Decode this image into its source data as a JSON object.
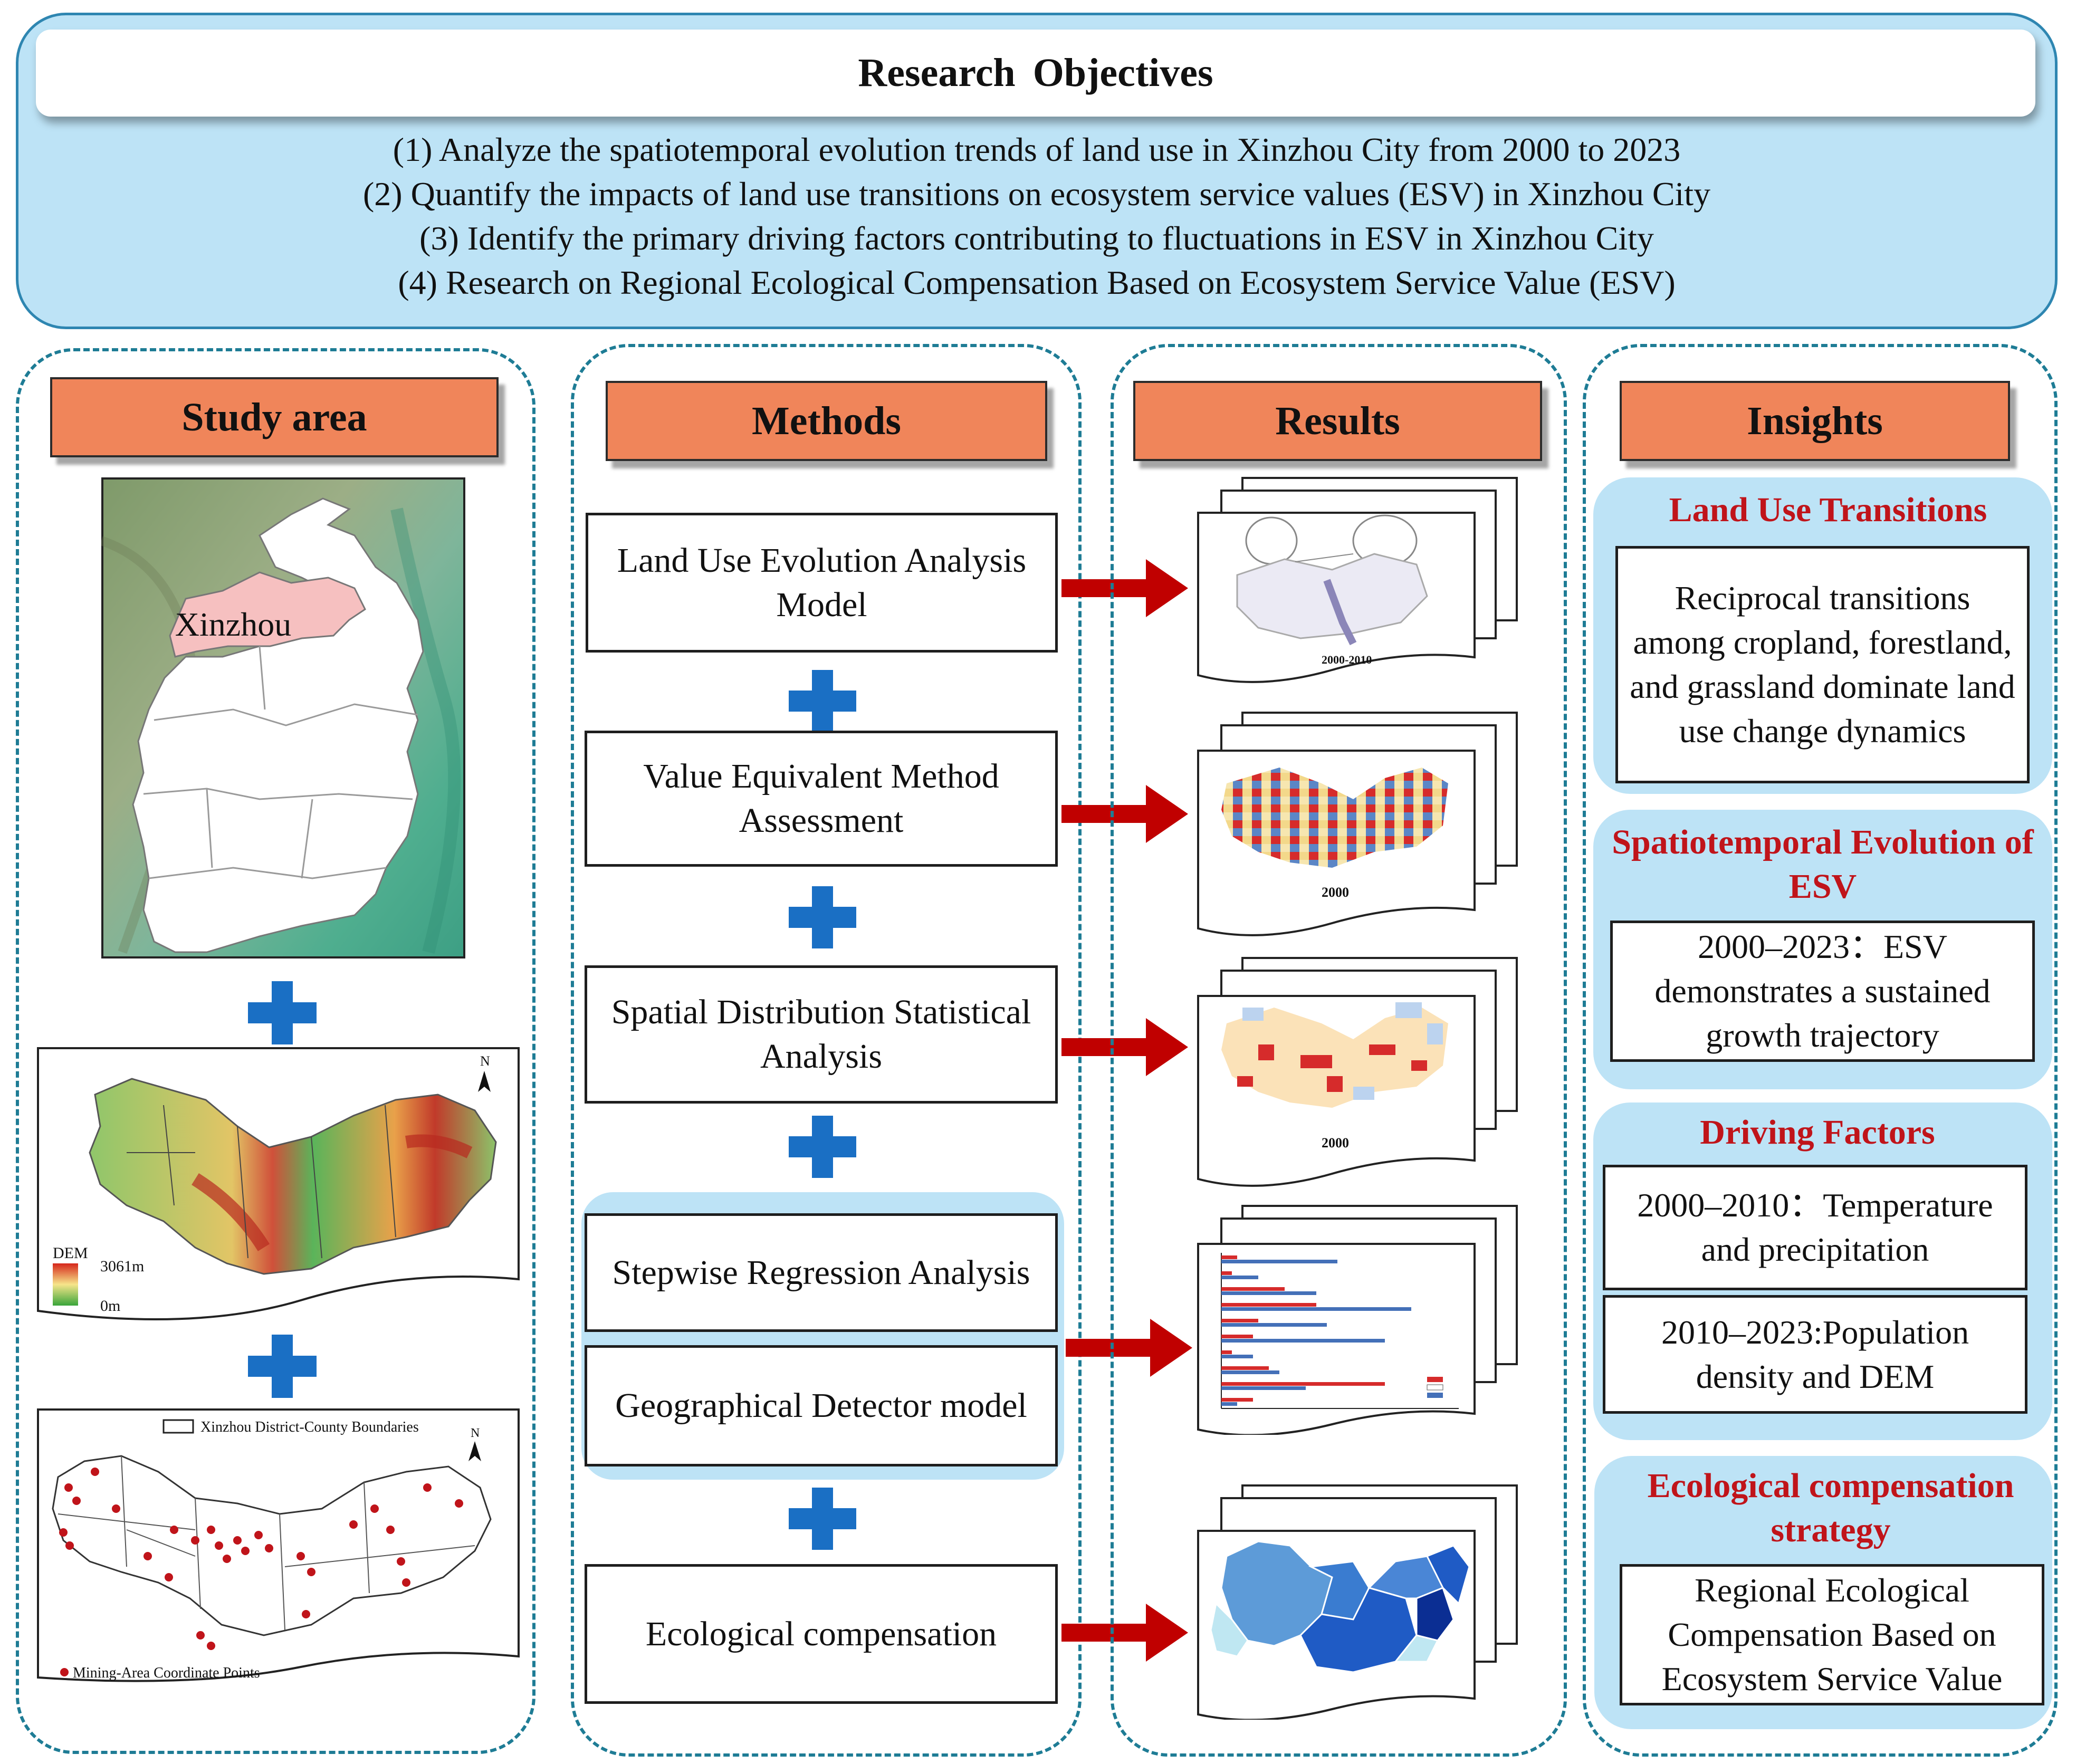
{
  "objectives": {
    "title": "Research  Objectives",
    "items": [
      "(1) Analyze the spatiotemporal evolution trends of land use in Xinzhou City from 2000 to 2023",
      "(2) Quantify the impacts of land use transitions on ecosystem service values (ESV) in Xinzhou City",
      "(3) Identify the primary driving factors contributing to fluctuations in ESV in Xinzhou City",
      "(4) Research on Regional Ecological Compensation Based on Ecosystem Service Value (ESV)"
    ]
  },
  "study_area": {
    "header": "Study area",
    "map_label": "Xinzhou",
    "dem_title": "DEM",
    "dem_max": "3061m",
    "dem_min": "0m",
    "north": "N",
    "boundary_legend": "Xinzhou District-County Boundaries",
    "points_legend": "Mining-Area Coordinate Points"
  },
  "methods": {
    "header": "Methods",
    "items": [
      "Land Use Evolution Analysis Model",
      "Value Equivalent Method Assessment",
      "Spatial Distribution Statistical Analysis",
      "Stepwise Regression Analysis",
      "Geographical Detector model",
      "Ecological compensation"
    ]
  },
  "results": {
    "header": "Results",
    "captions": [
      "2000-2010",
      "2000",
      "2000"
    ]
  },
  "insights": {
    "header": "Insights",
    "sections": [
      {
        "title": "Land Use Transitions",
        "boxes": [
          "Reciprocal transitions among cropland, forestland, and grassland dominate land use change dynamics"
        ]
      },
      {
        "title": "Spatiotemporal Evolution of ESV",
        "boxes": [
          "2000–2023：ESV demonstrates a sustained growth trajectory"
        ]
      },
      {
        "title": "Driving Factors",
        "boxes": [
          "2000–2010：Temperature and precipitation",
          "2010–2023:Population density and DEM"
        ]
      },
      {
        "title": "Ecological compensation strategy",
        "boxes": [
          "Regional Ecological Compensation Based on Ecosystem Service Value"
        ]
      }
    ]
  },
  "colors": {
    "objectives_fill": "#bde3f6",
    "objectives_border": "#2e86b1",
    "header_fill": "#f0855a",
    "plus_blue": "#1a6fc4",
    "arrow_red": "#c00000",
    "insight_title_red": "#c0141a",
    "column_border": "#1e7c95"
  }
}
